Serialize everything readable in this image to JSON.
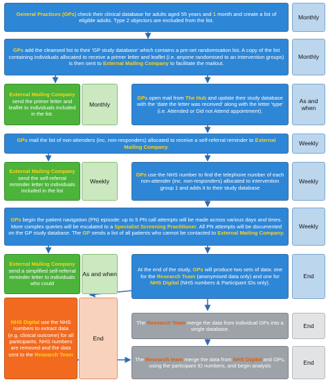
{
  "steps": {
    "s1": {
      "p1": "General Practices (GPs)",
      "p2": " check their clinical database for adults aged 55 years and ",
      "p3": "1",
      "p4": " month and create a list of eligible adults. Type 2 objectors are excluded from the list.",
      "freq": "Monthly"
    },
    "s2": {
      "p1": "GPs",
      "p2": " add the cleansed list to their 'GP study database' which contains a pre-set randomisation list. A copy of the list containing individuals allocated to receive a primer letter and leaflet (i.e. anyone randomised to an intervention groups) is then sent to ",
      "p3": "External Mailing Company",
      "p4": " to facilitate the mailout.",
      "freq": "Monthly"
    },
    "s3l": {
      "p1": "External Mailing Company",
      "p2": " send the primer letter and leaflet to individuals included in the list.",
      "freq": "Monthly"
    },
    "s3r": {
      "p1": "GPs",
      "p2": " open mail from ",
      "p3": "The Hub",
      "p4": " and update their study database with the 'date the letter was received' along with the letter 'type' (i.e. Attended or Did not Attend appointment).",
      "freq": "As and when"
    },
    "s4": {
      "p1": "GPs",
      "p2": " mail the list of non-attenders (inc. non-responders) allocated to receive a self-referral reminder to ",
      "p3": "External Mailing Company.",
      "freq": "Weekly"
    },
    "s5l": {
      "p1": "External Mailing Company",
      "p2": " send the self-referral reminder letter to individuals included in the list",
      "freq": "Weekly"
    },
    "s5r": {
      "p1": "GPs",
      "p2": " use the NHS number to find the telephone number of each non-attender (inc. non-responders) allocated to intervention group 1 and adds it to their study database",
      "freq": "Weekly"
    },
    "s6": {
      "p1": "GPs",
      "p2": " begin the patient navigation (PN) episode: up to 5 PN call attempts will be made across various days and times. More complex queries will be escalated to a ",
      "p3": "Specialist Screening Practitioner",
      "p4": ". All PN attempts will be documented on the GP study database. The ",
      "p5": "GP",
      "p6": " sends a list of all patients who cannot be contacted to ",
      "p7": "External Mailing Company.",
      "freq": "Weekly"
    },
    "s7l": {
      "p1": "External Mailing Company",
      "p2": " send a simplified self-referral reminder letter to individuals who could",
      "freq": "As and when"
    },
    "s7r": {
      "p1": "At the end of the study, ",
      "p2": "GPs",
      "p3": " will produce two sets of data: one for the ",
      "p4": "Research Team",
      "p5": " (anonymised data only) and one for ",
      "p6": "NHS Digital",
      "p7": " (NHS numbers & Participant IDs only).",
      "freq": "End"
    },
    "s8l": {
      "p1": "NHS Digital",
      "p2": " use the NHS numbers to extract data (e.g. clinical outcome) for all participants. NHS numbers are removed and the data sent to the ",
      "p3": "Research Team",
      "freq": "End"
    },
    "s8r": {
      "p1": "The ",
      "p2": "Research Team",
      "p3": " merge the data from individual GPs into a single database.",
      "freq": "End"
    },
    "s9r": {
      "p1": "The ",
      "p2": "Research team",
      "p3": " merge the data from ",
      "p4": "NHS Digital",
      "p5": " and GPs, using the participant ID numbers, and begin analysis",
      "freq": "End"
    }
  },
  "colors": {
    "process": "#2e86d6",
    "mailing": "#4cb43a",
    "nhs": "#f26a1f",
    "research": "#9da3a8",
    "highlight": "#ffd21a"
  }
}
